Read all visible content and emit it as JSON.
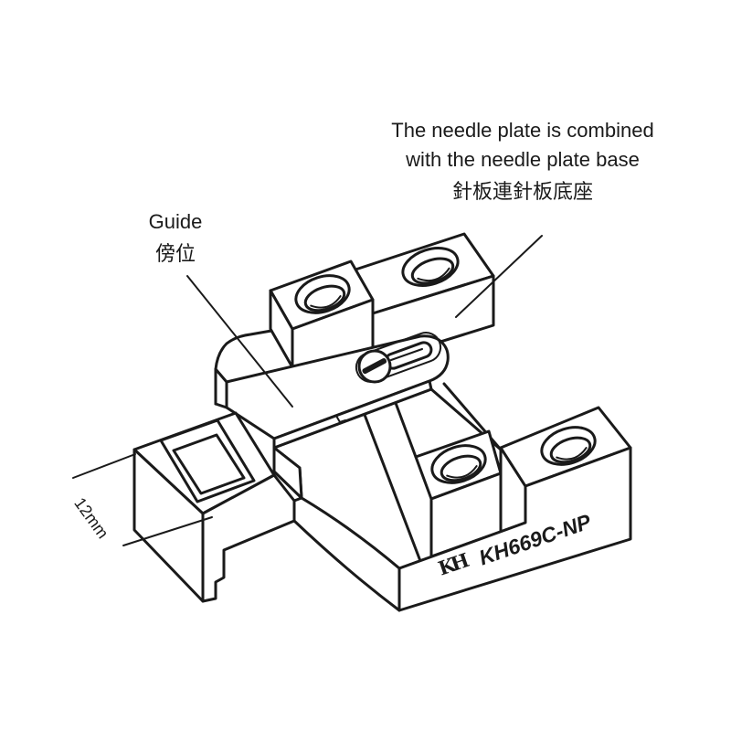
{
  "annotations": {
    "plate_base": {
      "line1": "The needle plate is combined",
      "line2": "with the needle plate base",
      "zh": "針板連針板底座"
    },
    "guide": {
      "en": "Guide",
      "zh": "傍位"
    }
  },
  "dimension": {
    "label": "12mm"
  },
  "part": {
    "model": "KH669C-NP",
    "logo": "KH"
  },
  "colors": {
    "line": "#1a1a1a",
    "background": "#ffffff"
  }
}
